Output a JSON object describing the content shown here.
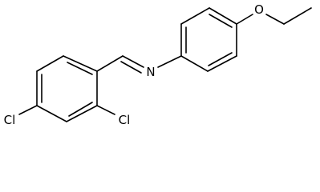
{
  "molecule": {
    "atoms": {
      "oxygen": "O",
      "nitrogen": "N",
      "chlorine_ortho": "Cl",
      "chlorine_para": "Cl"
    }
  }
}
